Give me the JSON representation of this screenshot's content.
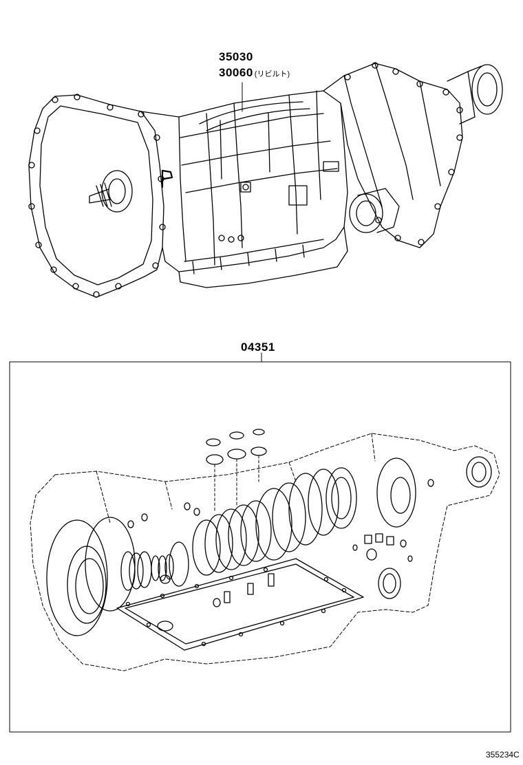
{
  "parts": {
    "assembly_primary": "35030",
    "assembly_secondary": "30060",
    "assembly_secondary_note": "(リビルト)",
    "kit": "04351"
  },
  "diagram_ref": "355234C"
}
